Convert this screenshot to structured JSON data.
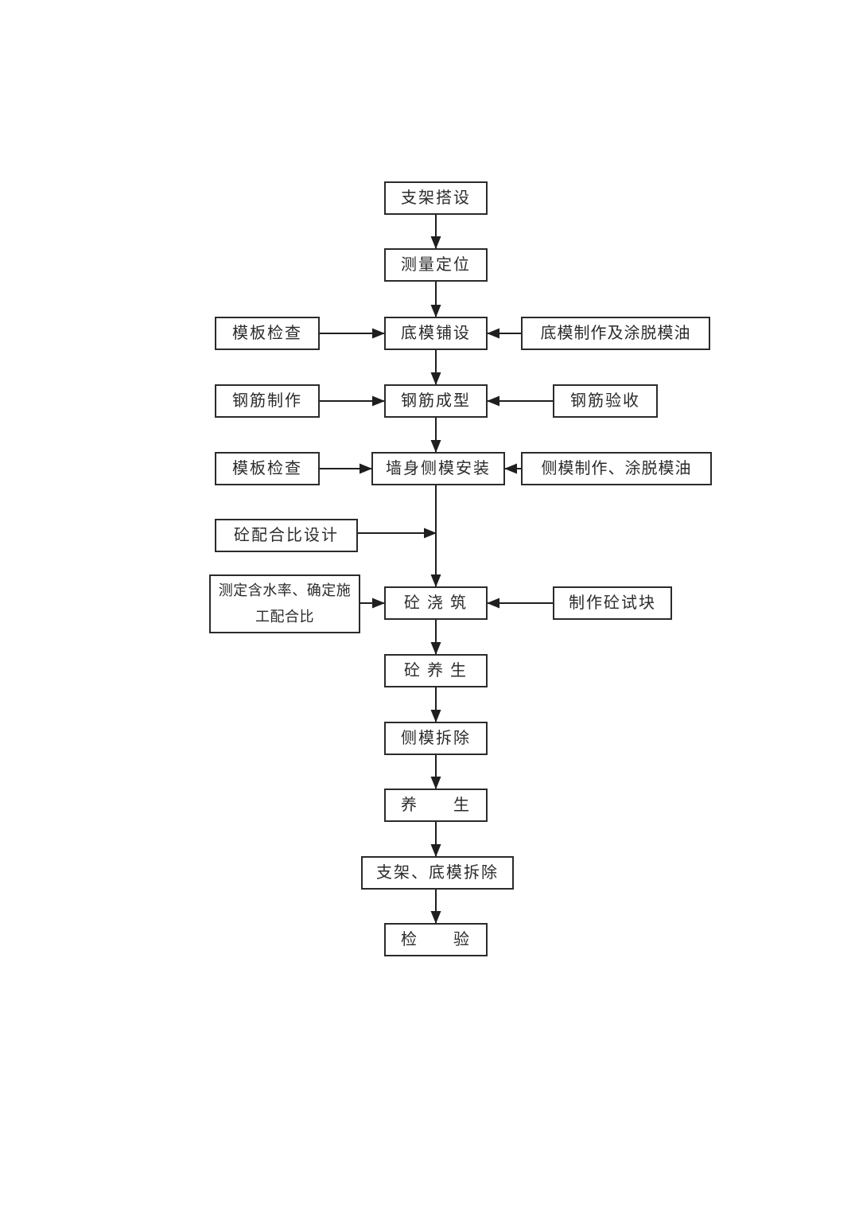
{
  "diagram": {
    "type": "flowchart",
    "background": "#ffffff",
    "line_color": "#1f1f1f",
    "box_border_color": "#2b2b2b",
    "text_color": "#2b2b2b",
    "nodes": {
      "scaffold_erection": {
        "label": "支架搭设"
      },
      "survey_positioning": {
        "label": "测量定位"
      },
      "formwork_inspection_1": {
        "label": "模板检查"
      },
      "bottom_formwork_laying": {
        "label": "底模铺设"
      },
      "bottom_formwork_prep": {
        "label": "底模制作及涂脱模油"
      },
      "rebar_fabrication": {
        "label": "钢筋制作"
      },
      "rebar_forming": {
        "label": "钢筋成型"
      },
      "rebar_acceptance": {
        "label": "钢筋验收"
      },
      "formwork_inspection_2": {
        "label": "模板检查"
      },
      "wall_side_formwork_install": {
        "label": "墙身侧模安装"
      },
      "side_formwork_prep": {
        "label": "侧模制作、涂脱模油"
      },
      "concrete_mix_design": {
        "label": "砼配合比设计"
      },
      "moisture_content_mix": {
        "label": "测定含水率、确定施工配合比"
      },
      "concrete_pouring": {
        "label": "砼 浇 筑"
      },
      "concrete_test_block": {
        "label": "制作砼试块"
      },
      "concrete_curing": {
        "label": "砼 养 生"
      },
      "side_formwork_removal": {
        "label": "侧模拆除"
      },
      "curing": {
        "label": "养　　生"
      },
      "scaffold_bottom_removal": {
        "label": "支架、底模拆除"
      },
      "final_inspection": {
        "label": "检　　验"
      }
    },
    "edges": [
      [
        "scaffold_erection",
        "survey_positioning"
      ],
      [
        "survey_positioning",
        "bottom_formwork_laying"
      ],
      [
        "formwork_inspection_1",
        "bottom_formwork_laying"
      ],
      [
        "bottom_formwork_prep",
        "bottom_formwork_laying"
      ],
      [
        "bottom_formwork_laying",
        "rebar_forming"
      ],
      [
        "rebar_fabrication",
        "rebar_forming"
      ],
      [
        "rebar_acceptance",
        "rebar_forming"
      ],
      [
        "rebar_forming",
        "wall_side_formwork_install"
      ],
      [
        "formwork_inspection_2",
        "wall_side_formwork_install"
      ],
      [
        "side_formwork_prep",
        "wall_side_formwork_install"
      ],
      [
        "wall_side_formwork_install",
        "concrete_pouring"
      ],
      [
        "concrete_mix_design",
        "concrete_pouring"
      ],
      [
        "moisture_content_mix",
        "concrete_pouring"
      ],
      [
        "concrete_test_block",
        "concrete_pouring"
      ],
      [
        "concrete_pouring",
        "concrete_curing"
      ],
      [
        "concrete_curing",
        "side_formwork_removal"
      ],
      [
        "side_formwork_removal",
        "curing"
      ],
      [
        "curing",
        "scaffold_bottom_removal"
      ],
      [
        "scaffold_bottom_removal",
        "final_inspection"
      ]
    ]
  }
}
